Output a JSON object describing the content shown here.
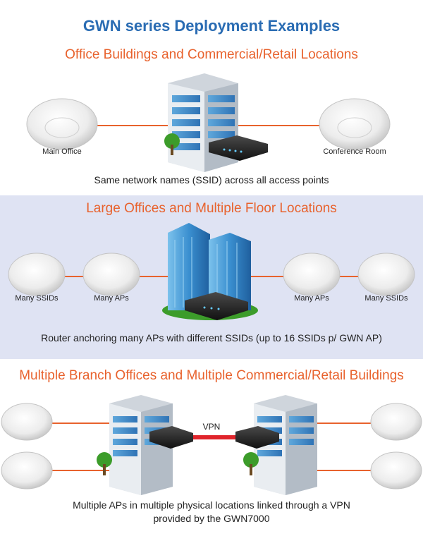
{
  "title": "GWN series Deployment Examples",
  "sections": [
    {
      "heading": "Office Buildings and Commercial/Retail Locations",
      "labels": [
        "Main Office",
        "Conference Room"
      ],
      "caption": "Same network names (SSID) across all access points"
    },
    {
      "heading": "Large Offices and Multiple Floor Locations",
      "labels": [
        "Many SSIDs",
        "Many APs",
        "Many APs",
        "Many SSIDs"
      ],
      "caption": "Router anchoring many APs with different SSIDs (up to 16 SSIDs p/ GWN AP)"
    },
    {
      "heading": "Multiple Branch Offices and Multiple Commercial/Retail Buildings",
      "vpn_label": "VPN",
      "caption_line1": "Multiple APs in multiple physical locations linked through a VPN",
      "caption_line2": "provided by the GWN7000"
    }
  ],
  "colors": {
    "title": "#2a6cb3",
    "heading": "#e8622d",
    "link": "#e8622d",
    "vpn_link": "#e0242b",
    "band": "#dfe3f3"
  }
}
